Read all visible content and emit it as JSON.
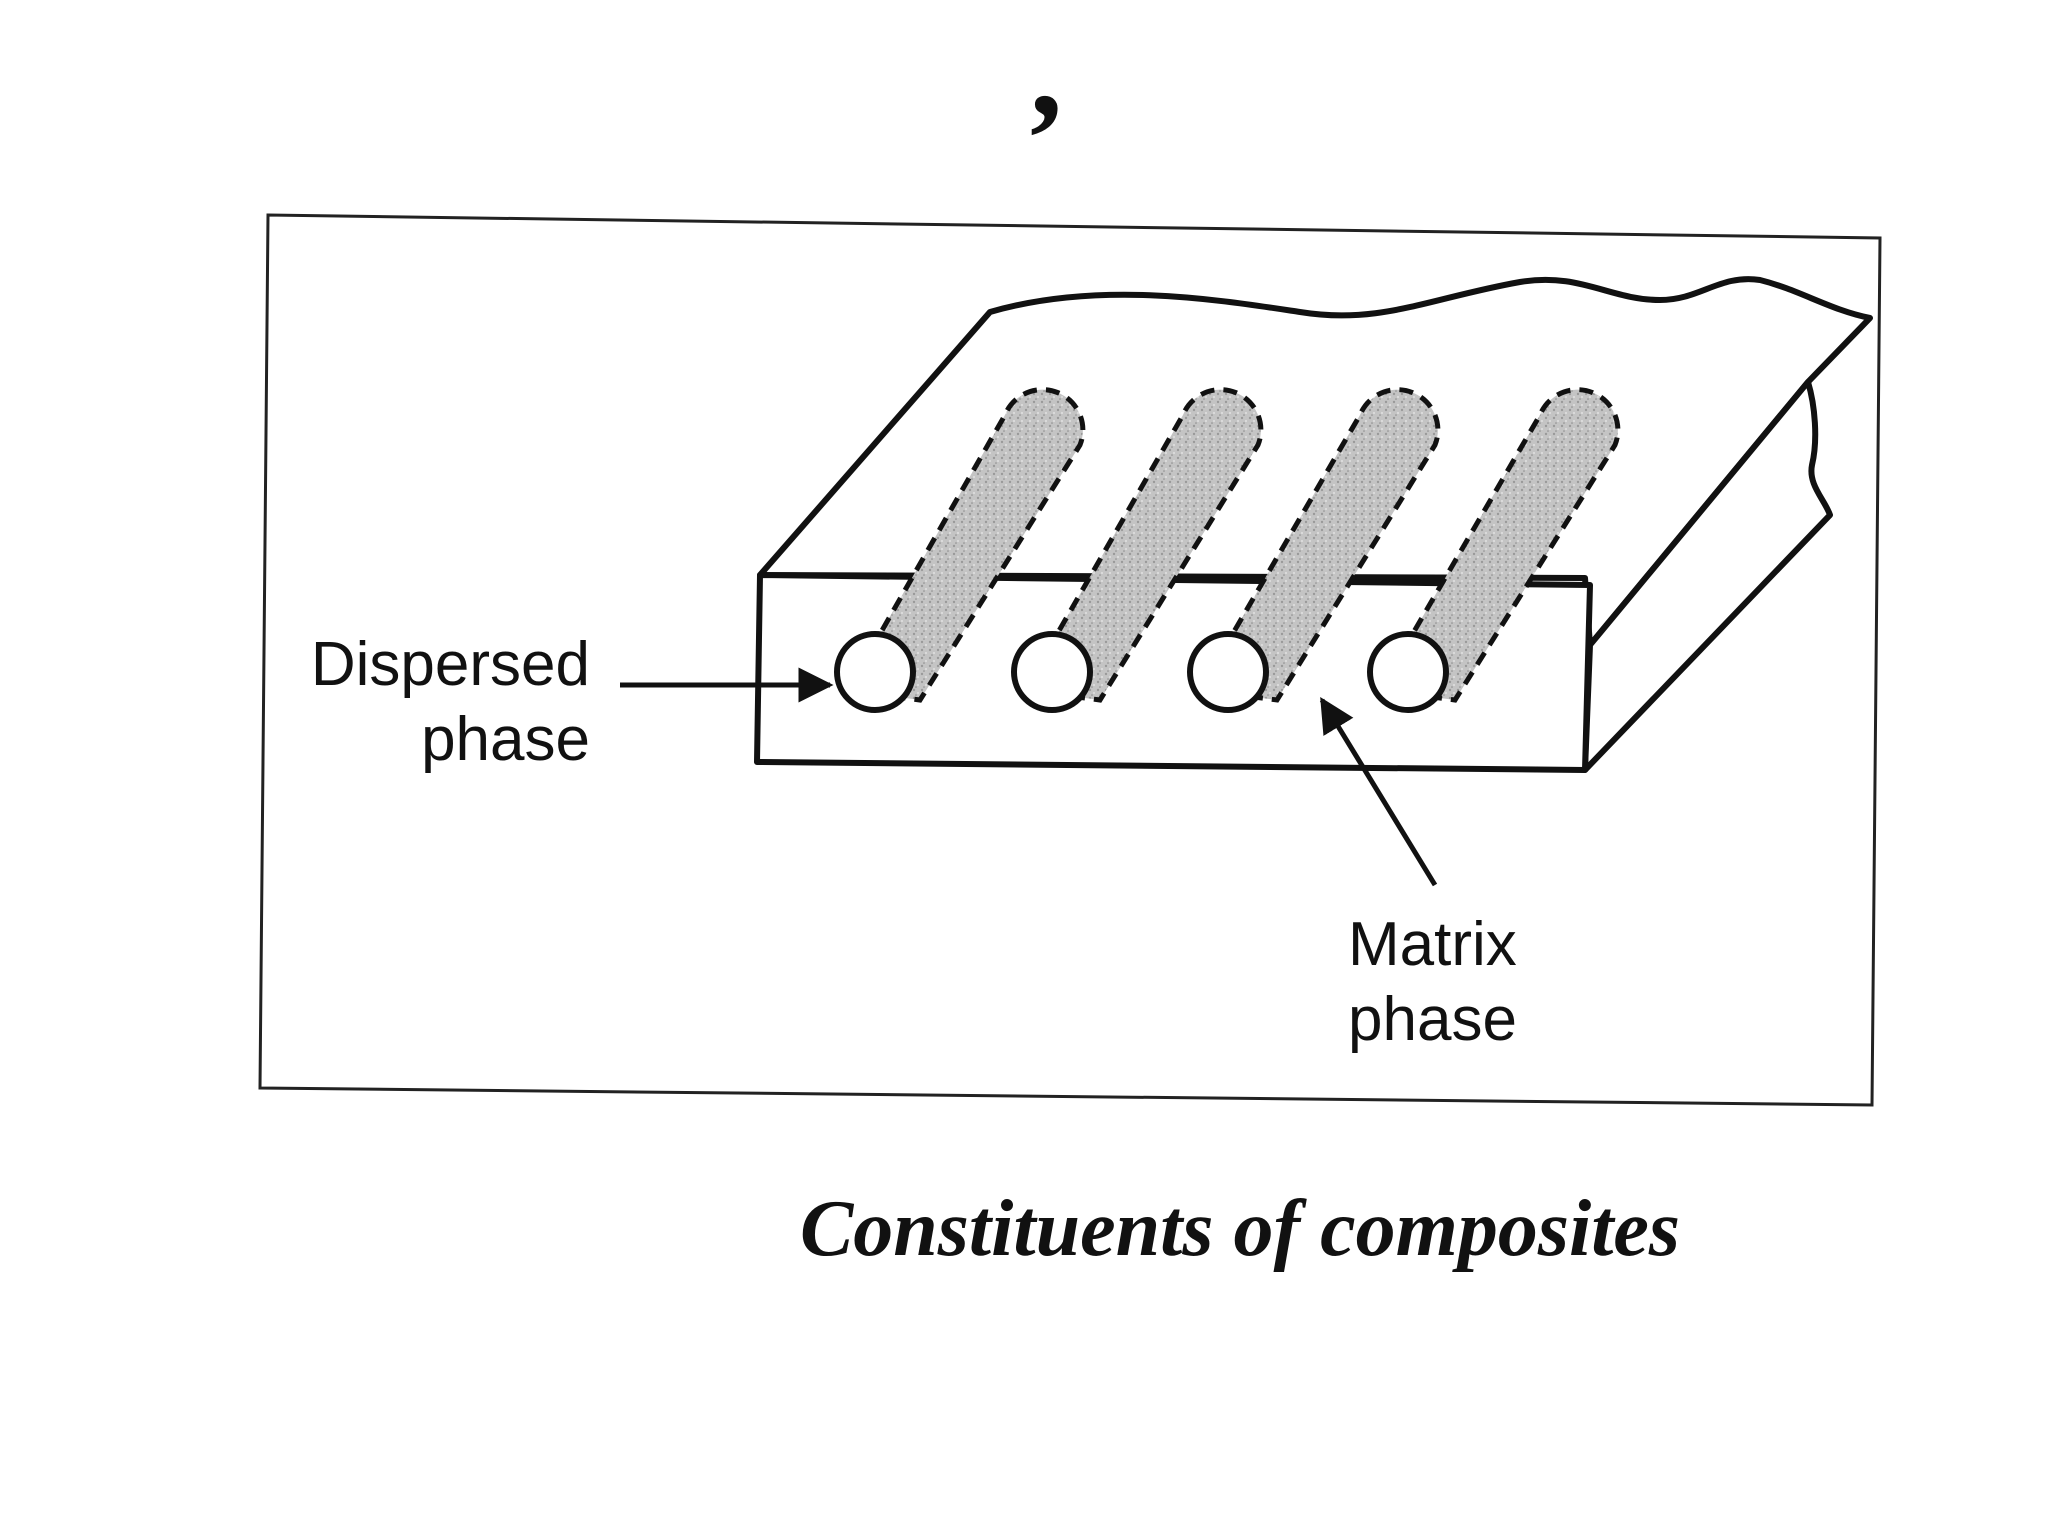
{
  "top_mark": ",",
  "labels": {
    "dispersed_line1": "Dispersed",
    "dispersed_line2": "phase",
    "matrix_line1": "Matrix",
    "matrix_line2": "phase"
  },
  "caption": "Constituents of composites",
  "colors": {
    "ink": "#111111",
    "fiber_fill": "#c4c4c4",
    "background": "#ffffff"
  }
}
